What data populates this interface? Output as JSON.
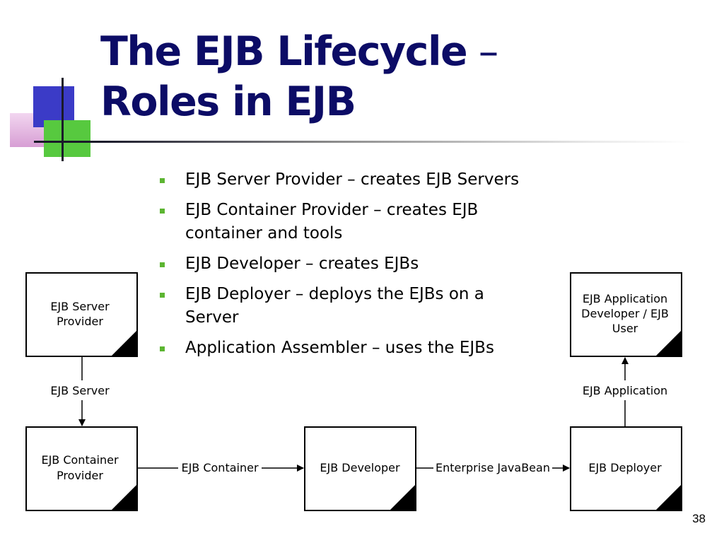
{
  "title": {
    "line1": "The EJB Lifecycle",
    "dash": " –",
    "line2": "Roles in EJB"
  },
  "bullets": [
    {
      "text": "EJB Server Provider – creates EJB Servers"
    },
    {
      "lines": [
        "EJB Container Provider – creates EJB",
        "container and tools"
      ]
    },
    {
      "text": "EJB Developer – creates EJBs"
    },
    {
      "lines": [
        "EJB Deployer – deploys the EJBs on a",
        "Server"
      ]
    },
    {
      "text": "Application Assembler – uses the EJBs"
    }
  ],
  "diagram": {
    "boxes": {
      "server_provider": [
        "EJB Server",
        "Provider"
      ],
      "container_provider": [
        "EJB Container",
        "Provider"
      ],
      "developer": [
        "EJB Developer"
      ],
      "deployer": [
        "EJB Deployer"
      ],
      "app_developer": [
        "EJB Application",
        "Developer / EJB",
        "User"
      ]
    },
    "edges": {
      "server_to_container": "EJB Server",
      "container_to_developer": "EJB Container",
      "developer_to_deployer": "Enterprise JavaBean",
      "deployer_to_app": "EJB Application"
    }
  },
  "page_number": "38"
}
